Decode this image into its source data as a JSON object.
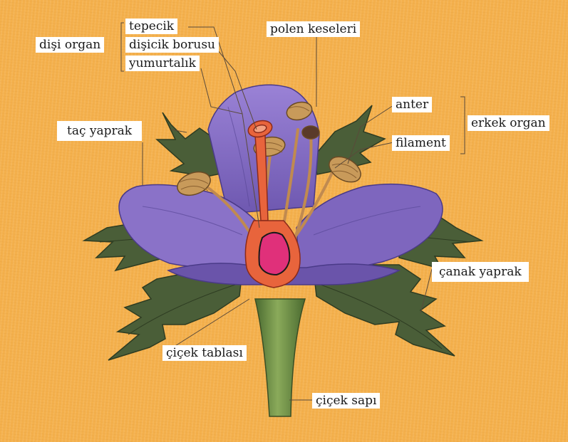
{
  "labels": {
    "pistil": "dişi organ",
    "stigma": "tepecik",
    "style": "dişicik borusu",
    "ovary": "yumurtalık",
    "pollen_sacs": "polen keseleri",
    "anther": "anter",
    "filament": "filament",
    "stamen": "erkek organ",
    "petal": "taç yaprak",
    "sepal": "çanak yaprak",
    "receptacle": "çiçek tablası",
    "stem": "çiçek sapı"
  },
  "colors": {
    "background": "#f4b04c",
    "petal": "#8a72c8",
    "leaf": "#4a5e38",
    "pistil": "#e8643c",
    "ovule": "#e0307a",
    "stamen": "#c08a50",
    "stem": "#6a8a44"
  }
}
